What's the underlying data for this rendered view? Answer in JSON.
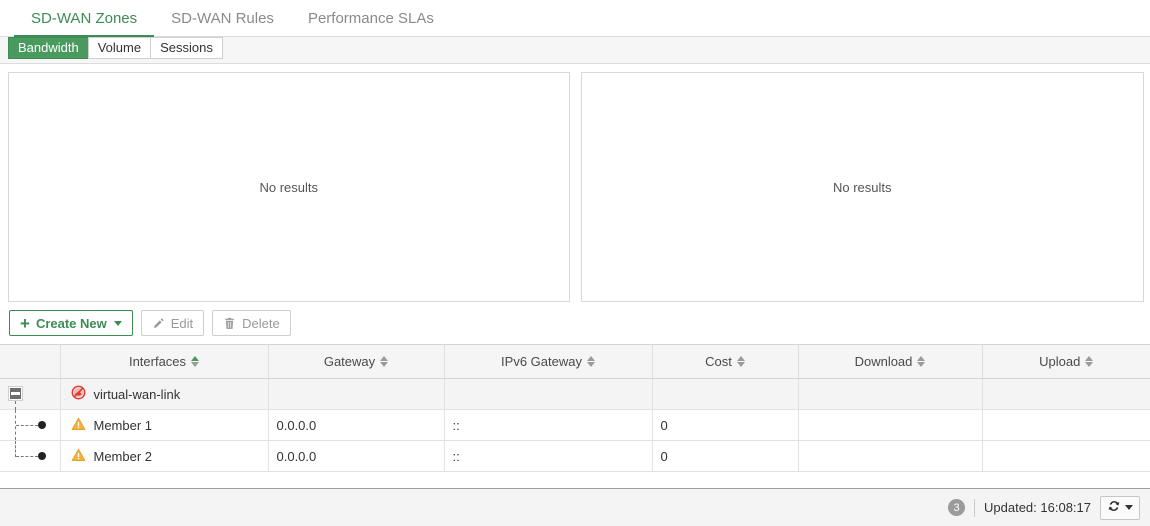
{
  "topnav": {
    "tabs": [
      {
        "label": "SD-WAN Zones",
        "active": true
      },
      {
        "label": "SD-WAN Rules",
        "active": false
      },
      {
        "label": "Performance SLAs",
        "active": false
      }
    ]
  },
  "subtabs": {
    "items": [
      {
        "label": "Bandwidth",
        "active": true
      },
      {
        "label": "Volume",
        "active": false
      },
      {
        "label": "Sessions",
        "active": false
      }
    ]
  },
  "panels": {
    "left": {
      "empty_text": "No results"
    },
    "right": {
      "empty_text": "No results"
    }
  },
  "toolbar": {
    "create_new_label": "Create New",
    "edit_label": "Edit",
    "delete_label": "Delete"
  },
  "table": {
    "columns": [
      {
        "label": "",
        "sort": "none"
      },
      {
        "label": "Interfaces",
        "sort": "asc"
      },
      {
        "label": "Gateway",
        "sort": "none"
      },
      {
        "label": "IPv6 Gateway",
        "sort": "none"
      },
      {
        "label": "Cost",
        "sort": "none"
      },
      {
        "label": "Download",
        "sort": "none"
      },
      {
        "label": "Upload",
        "sort": "none"
      }
    ],
    "rows": [
      {
        "type": "parent",
        "icon": "sdwan-disabled-globe-icon",
        "name": "virtual-wan-link",
        "gateway": "",
        "ipv6_gateway": "",
        "cost": "",
        "download": "",
        "upload": ""
      },
      {
        "type": "child",
        "icon": "warning-triangle-icon",
        "name": "Member 1",
        "gateway": "0.0.0.0",
        "ipv6_gateway": "::",
        "cost": "0",
        "download": "",
        "upload": ""
      },
      {
        "type": "child",
        "icon": "warning-triangle-icon",
        "name": "Member 2",
        "gateway": "0.0.0.0",
        "ipv6_gateway": "::",
        "cost": "0",
        "download": "",
        "upload": ""
      }
    ]
  },
  "footer": {
    "count_badge": "3",
    "updated_label": "Updated: 16:08:17",
    "refresh_icon": "refresh-icon"
  },
  "colors": {
    "accent_green": "#3d8b55",
    "active_tab_green": "#4a9a5f",
    "warning_orange": "#f0ad2e",
    "danger_red": "#e03b32",
    "header_bg": "#f5f5f5",
    "footer_bg": "#f4f4f4"
  }
}
